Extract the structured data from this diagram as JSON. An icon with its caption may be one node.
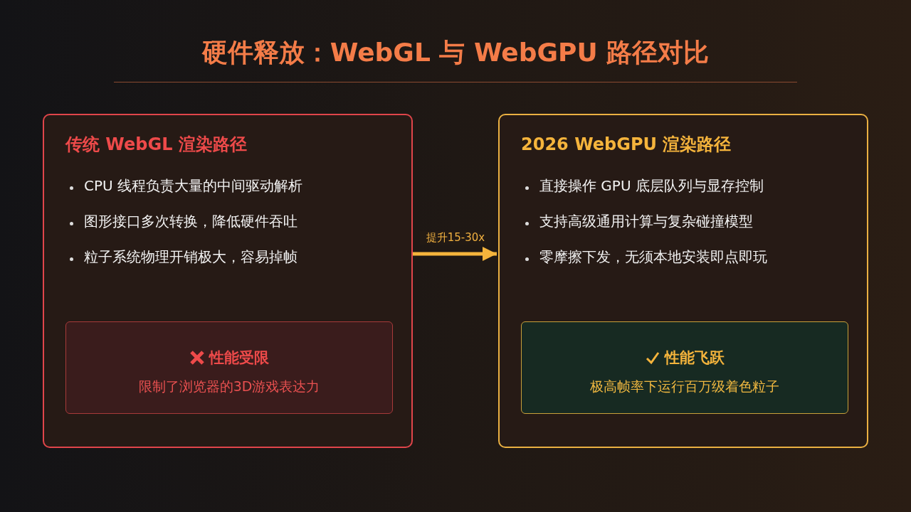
{
  "diagram": {
    "title": "硬件释放：WebGL 与 WebGPU 路径对比",
    "nodes": [
      {
        "text": [
          "传统 WebGL 渲染路径",
          "CPU 线程负责大量的中间驱动解析",
          "图形接口多次转换，降低硬件吞吐",
          "粒子系统物理开销极大，容易掉帧"
        ]
      },
      {
        "text": [
          "性能受限",
          "限制了浏览器的3D游戏表达力"
        ],
        "in": 0
      },
      {
        "text": [
          "2026 WebGPU 渲染路径",
          "直接操作 GPU 底层队列与显存控制",
          "支持高级通用计算与复杂碰撞模型",
          "零摩擦下发，无须本地安装即点即玩"
        ]
      },
      {
        "text": [
          "性能飞跃",
          "极高帧率下运行百万级着色粒子"
        ],
        "in": 2
      }
    ],
    "edges": [
      {
        "from": 0,
        "to": 2,
        "arrow": "to",
        "label": "提升15-30x"
      }
    ]
  }
}
